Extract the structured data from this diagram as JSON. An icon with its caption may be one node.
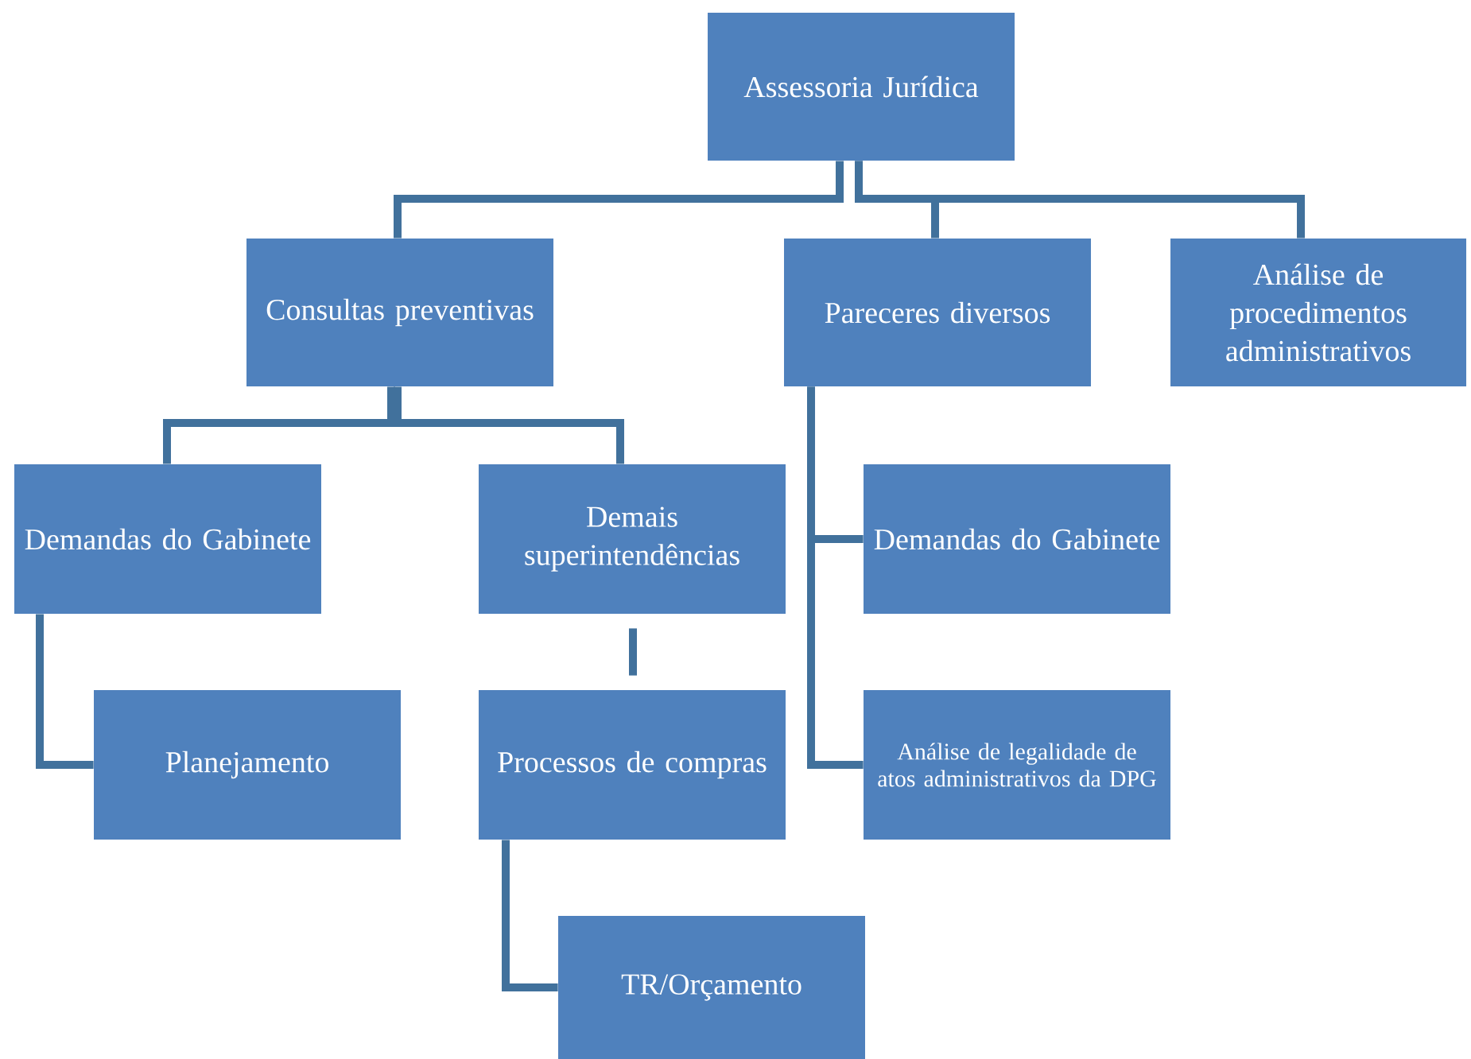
{
  "diagram": {
    "nodes": [
      {
        "text": [
          "Assessoria Jurídica"
        ]
      },
      {
        "text": [
          "Consultas preventivas"
        ]
      },
      {
        "text": [
          "Pareceres diversos"
        ]
      },
      {
        "text": [
          "Análise de procedimentos administrativos"
        ]
      },
      {
        "text": [
          "Demandas do Gabinete"
        ]
      },
      {
        "text": [
          "Demais superintendências"
        ]
      },
      {
        "text": [
          "Demandas do Gabinete"
        ]
      },
      {
        "text": [
          "Planejamento"
        ]
      },
      {
        "text": [
          "Processos de compras"
        ]
      },
      {
        "text": [
          "Análise de legalidade de atos administrativos da DPG"
        ]
      },
      {
        "text": [
          "TR/Orçamento"
        ]
      }
    ],
    "edges": [
      {
        "from": 0,
        "to": 1,
        "arrow": "none"
      },
      {
        "from": 0,
        "to": 2,
        "arrow": "none"
      },
      {
        "from": 0,
        "to": 3,
        "arrow": "none"
      },
      {
        "from": 1,
        "to": 4,
        "arrow": "none"
      },
      {
        "from": 1,
        "to": 5,
        "arrow": "none"
      },
      {
        "from": 4,
        "to": 7,
        "arrow": "none"
      },
      {
        "from": 5,
        "to": 8,
        "arrow": "none"
      },
      {
        "from": 2,
        "to": 6,
        "arrow": "none"
      },
      {
        "from": 2,
        "to": 9,
        "arrow": "none"
      },
      {
        "from": 8,
        "to": 10,
        "arrow": "none"
      }
    ]
  }
}
